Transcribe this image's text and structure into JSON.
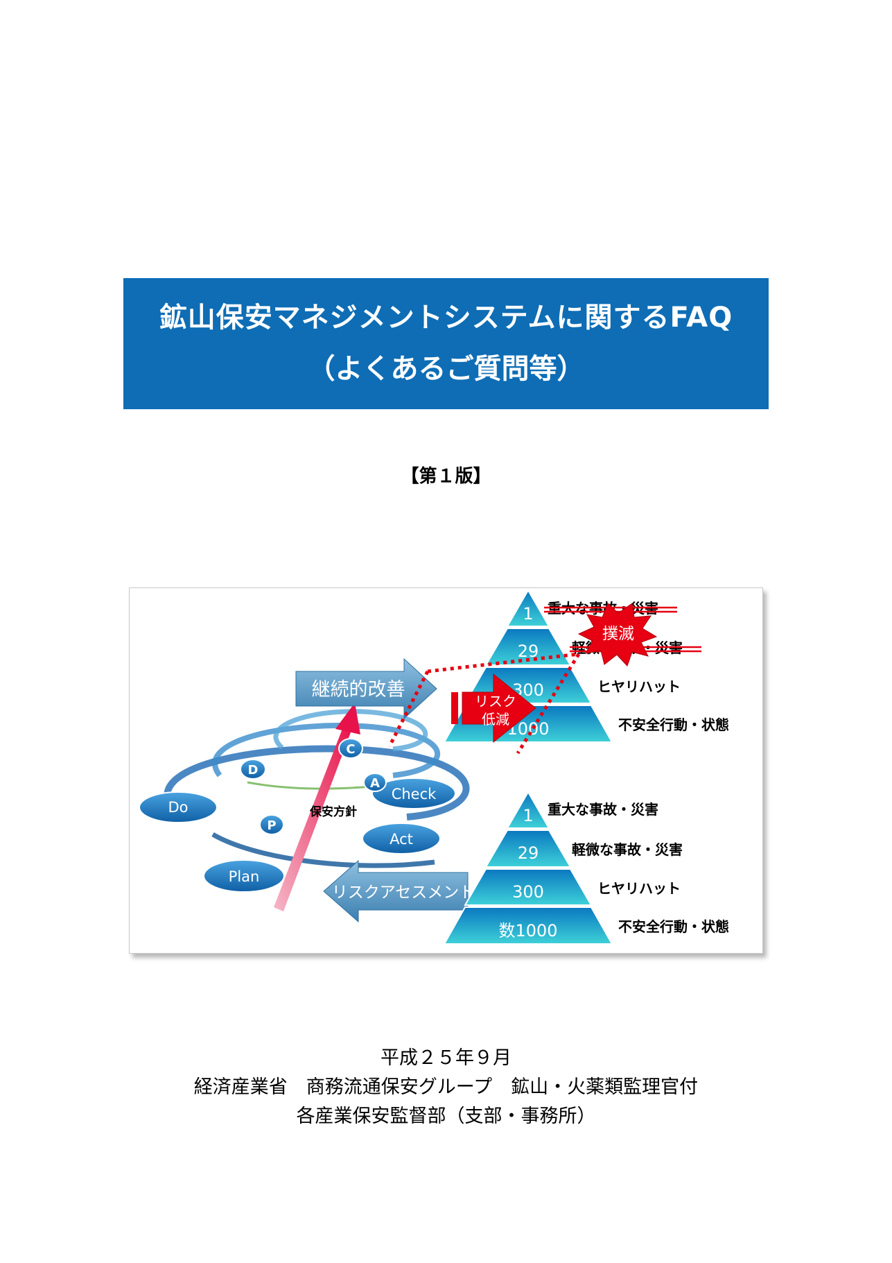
{
  "title": {
    "line1": "鉱山保安マネジメントシステムに関するFAQ",
    "line2": "（よくあるご質問等）"
  },
  "edition": "【第１版】",
  "figure": {
    "improve_arrow": "継続的改善",
    "risk_assessment_arrow": "リスクアセスメント",
    "risk_reduction_line1": "リスク",
    "risk_reduction_line2": "低減",
    "eradicate_burst": "撲滅",
    "policy": "保安方針",
    "cycle": {
      "do": "Do",
      "plan": "Plan",
      "check": "Check",
      "act": "Act",
      "d": "D",
      "c": "C",
      "a": "A",
      "p": "P"
    },
    "pyramid_top": {
      "levels": [
        "1",
        "29",
        "300",
        "1000"
      ],
      "labels": [
        "重大な事故・災害",
        "軽微な事故・災害",
        "ヒヤリハット",
        "不安全行動・状態"
      ]
    },
    "pyramid_bottom": {
      "levels": [
        "1",
        "29",
        "300",
        "数1000"
      ],
      "labels": [
        "重大な事故・災害",
        "軽微な事故・災害",
        "ヒヤリハット",
        "不安全行動・状態"
      ]
    }
  },
  "footer": {
    "date": "平成２５年９月",
    "line2": "経済産業省　商務流通保安グループ　鉱山・火薬類監理官付",
    "line3": "各産業保安監督部（支部・事務所）"
  },
  "colors": {
    "title_bg": "#0e6db5",
    "pyramid_fill": "#1aa2d4",
    "arrow_fill": "#5a9cc4",
    "red_accent": "#e60012"
  }
}
